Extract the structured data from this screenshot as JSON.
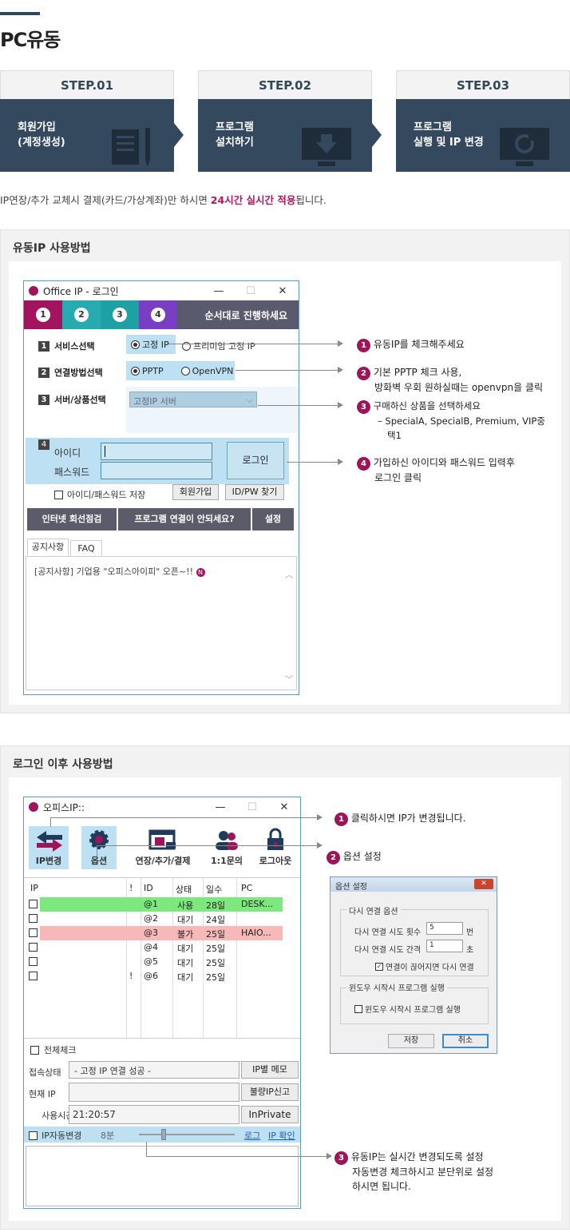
{
  "page": {
    "title": "PC유동",
    "notice_prefix": "IP연장/추가 교체시 결제(카드/가상계좌)만 하시면 ",
    "notice_highlight": "24시간 실시간 적용",
    "notice_suffix": "됩니다."
  },
  "steps": [
    {
      "head": "STEP.01",
      "line1": "회원가입",
      "line2": "(계정생성)",
      "icon": "document-pencil-icon"
    },
    {
      "head": "STEP.02",
      "line1": "프로그램",
      "line2": "설치하기",
      "icon": "monitor-download-icon"
    },
    {
      "head": "STEP.03",
      "line1": "프로그램",
      "line2": "실행 및 IP 변경",
      "icon": "monitor-refresh-icon"
    }
  ],
  "section1": {
    "title": "유동IP 사용방법",
    "window": {
      "title": "Office IP - 로그인",
      "min": "—",
      "max": "☐",
      "close": "✕",
      "steps": [
        "1",
        "2",
        "3",
        "4"
      ],
      "strip_text": "순서대로 진행하세요",
      "row1_num": "1",
      "row1_label": "서비스선택",
      "row1_opt1": "고정 IP",
      "row1_opt2": "프리미엄 고정 IP",
      "row2_num": "2",
      "row2_label": "연결방법선택",
      "row2_opt1": "PPTP",
      "row2_opt2": "OpenVPN",
      "row3_num": "3",
      "row3_label": "서버/상품선택",
      "row3_select": "고정IP 서버",
      "row4_num": "4",
      "id_label": "아이디",
      "pw_label": "패스워드",
      "login_btn": "로그인",
      "save_label": "아이디/패스워드 저장",
      "join_btn": "회원가입",
      "find_btn": "ID/PW 찾기",
      "bar_btn1": "인터넷 회선점검",
      "bar_btn2": "프로그램 연결이 안되세요?",
      "bar_btn3": "설정",
      "tab1": "공지사항",
      "tab2": "FAQ",
      "notice_text": "[공지사항] 기업용 \"오피스아이피\" 오픈~!!",
      "new_badge": "N"
    },
    "callouts": [
      {
        "num": "1",
        "line1": "유동IP를 체크해주세요",
        "line2": ""
      },
      {
        "num": "2",
        "line1": "기본 PPTP 체크 사용,",
        "line2": "방화벽 우회 원하실때는 openvpn을 클릭"
      },
      {
        "num": "3",
        "line1": "구매하신 상품을 선택하세요",
        "line2": "– SpecialA, SpecialB, Premium, VIP중",
        "line3": "택1"
      },
      {
        "num": "4",
        "line1": "가입하신 아이디와 패스워드 입력후",
        "line2": "로그인 클릭"
      }
    ]
  },
  "section2": {
    "title": "로그인 이후 사용방법",
    "window": {
      "title": "오피스IP::",
      "min": "—",
      "max": "☐",
      "close": "✕",
      "toolbar": [
        {
          "label": "IP변경",
          "icon": "ip-change-arrows-icon"
        },
        {
          "label": "옵션",
          "icon": "gear-icon"
        },
        {
          "label": "연장/추가/결제",
          "icon": "payment-window-icon"
        },
        {
          "label": "1:1문의",
          "icon": "users-icon"
        },
        {
          "label": "로그아웃",
          "icon": "lock-icon"
        }
      ],
      "columns": [
        "IP",
        "!",
        "ID",
        "상태",
        "일수",
        "PC"
      ],
      "rows": [
        {
          "bang": "",
          "id": "@1",
          "status": "사용",
          "days": "28일",
          "pc": "DESK...",
          "color": "#7de87d"
        },
        {
          "bang": "",
          "id": "@2",
          "status": "대기",
          "days": "24일",
          "pc": "",
          "color": ""
        },
        {
          "bang": "",
          "id": "@3",
          "status": "불가",
          "days": "25일",
          "pc": "HAIO...",
          "color": "#f7b8b8"
        },
        {
          "bang": "",
          "id": "@4",
          "status": "대기",
          "days": "25일",
          "pc": "",
          "color": ""
        },
        {
          "bang": "",
          "id": "@5",
          "status": "대기",
          "days": "25일",
          "pc": "",
          "color": ""
        },
        {
          "bang": "!",
          "id": "@6",
          "status": "대기",
          "days": "25일",
          "pc": "",
          "color": ""
        }
      ],
      "check_all": "전체체크",
      "conn_label": "접속상태",
      "conn_value": "- 고정 IP 연결 성공 -",
      "conn_btn": "IP별 메모",
      "cur_ip_label": "현재 IP",
      "cur_ip_value": "",
      "cur_ip_btn": "불량IP신고",
      "time_label": "사용시간",
      "time_value": "21:20:57",
      "time_btn": "InPrivate",
      "auto_label": "IP자동변경",
      "auto_value": "8분",
      "log_link": "로그",
      "ip_check_link": "IP 확인"
    },
    "options_dialog": {
      "title": "옵션 설정",
      "group1": "다시 연결 옵션",
      "retry_count_label": "다시 연결 시도 횟수",
      "retry_count_value": "5",
      "retry_count_unit": "번",
      "retry_interval_label": "다시 연결 시도 간격",
      "retry_interval_value": "1",
      "retry_interval_unit": "초",
      "reconnect_label": "연결이 끊어지면 다시 연결",
      "group2": "윈도우 시작시 프로그램 실행",
      "startup_label": "윈도우 시작시 프로그램 실행",
      "save_btn": "저장",
      "cancel_btn": "취소"
    },
    "callouts": [
      {
        "num": "1",
        "line1": "클릭하시면 IP가 변경됩니다."
      },
      {
        "num": "2",
        "line1": "옵션 설정"
      },
      {
        "num": "3",
        "line1": "유동IP는 실시간 변경되도록 설정",
        "line2": "자동변경 체크하시고 분단위로 설정",
        "line3": "하시면 됩니다."
      }
    ]
  },
  "colors": {
    "accent": "#9e1557",
    "step_bg": "#34495e",
    "highlight": "#b0175e"
  }
}
